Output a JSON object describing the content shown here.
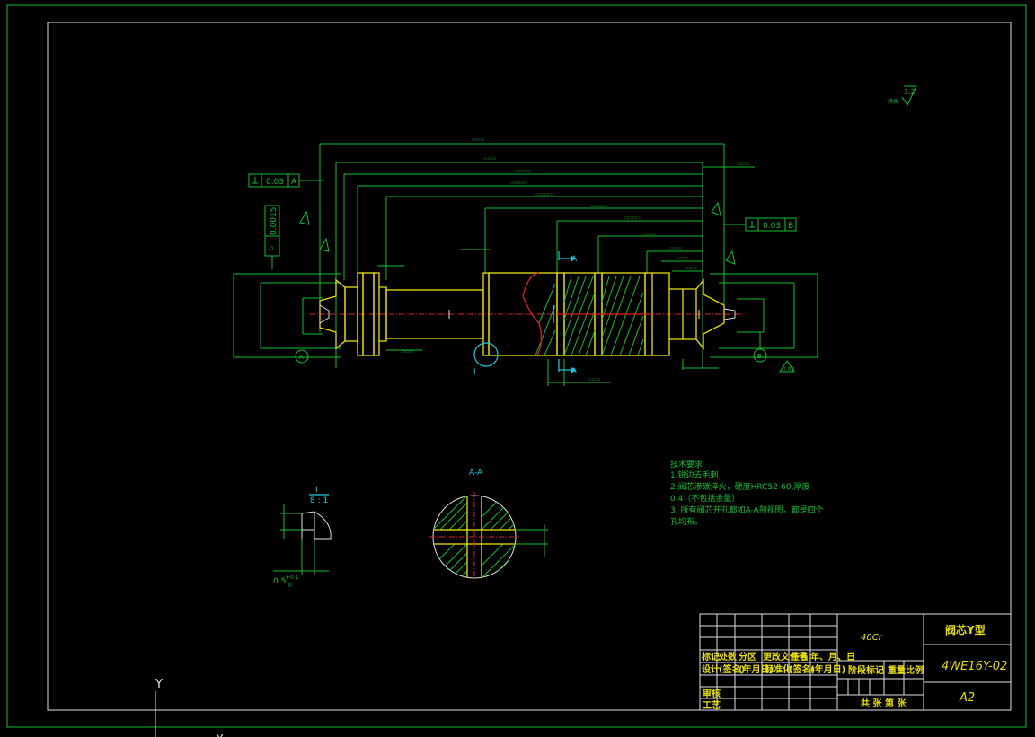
{
  "tolerances": {
    "perp_left": "0.03",
    "perp_left_datum": "A",
    "perp_right": "0.03",
    "perp_right_datum": "B",
    "cyl": "0.0015",
    "runout_right": "0.04"
  },
  "surface": {
    "value": "3.2",
    "note": "其余"
  },
  "datums": {
    "a": "A",
    "b": "B"
  },
  "markers": {
    "detail": "I",
    "section_top": "A",
    "section_bottom": "A",
    "section_title": "A-A",
    "detail_label": "I",
    "detail_scale": "8 : 1"
  },
  "tech": {
    "title": "技术要求",
    "l1": "1.锐边去毛刺",
    "l2": "2.阀芯渗碳淬火，硬度HRC52-60,厚度",
    "l3": "0.4（不包括余量）",
    "l4": "3. 所有阀芯开孔都如A-A剖视图，都是四个",
    "l5": "孔均布。"
  },
  "dims": {
    "small_tol": "0.5",
    "tol_upper": "+0.1",
    "tol_lower": "0"
  },
  "title_block": {
    "h1": "标记",
    "h2": "处数",
    "h3": "分区",
    "h4": "更改文件号",
    "h5": "签名",
    "h6": "年、月、日",
    "d1": "设计",
    "d2": "(签名)",
    "d3": "(年月日)",
    "d4": "标准化",
    "d5": "(签名)",
    "d6": "(年月日)",
    "stage": "阶段标记",
    "weight": "重量",
    "scale": "比例",
    "check": "审核",
    "process": "工艺",
    "sheets": "共    张  第    张",
    "material": "40Cr",
    "name": "阀芯Y型",
    "drawing_no": "4WE16Y-02",
    "size": "A2"
  },
  "ucs": {
    "y": "Y"
  }
}
